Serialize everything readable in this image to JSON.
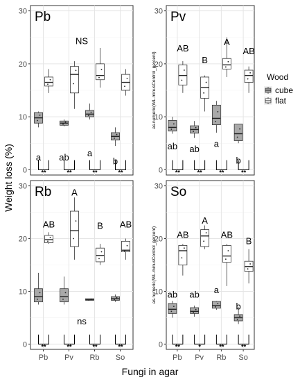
{
  "figure": {
    "y_axis_label": "Weight loss (%)",
    "x_axis_label": "Fungi in agar",
    "inner_y_label": "as.numeric(WL.minusControl_percent)",
    "legend": {
      "title": "Wood",
      "entries": [
        "cube",
        "flat"
      ],
      "position": "right"
    },
    "colors": {
      "cube": "#a9a9a9",
      "flat": "#ffffff",
      "panel_grid": "#e5e5e5",
      "frame": "#333333"
    }
  },
  "chart_data": [
    {
      "type": "box",
      "panel": "Pb",
      "categories": [
        "Pb",
        "Pv",
        "Rb",
        "So"
      ],
      "ylim": [
        -1,
        31
      ],
      "yticks": [
        0,
        10,
        20,
        30
      ],
      "grid": true,
      "series": [
        {
          "name": "cube",
          "boxes": [
            {
              "cat": "Pb",
              "min": 8.0,
              "q1": 8.8,
              "median": 9.8,
              "q3": 10.8,
              "max": 11.0
            },
            {
              "cat": "Pv",
              "min": 8.2,
              "q1": 8.4,
              "median": 8.8,
              "q3": 9.2,
              "max": 9.5
            },
            {
              "cat": "Rb",
              "min": 9.5,
              "q1": 10.0,
              "median": 10.5,
              "q3": 11.2,
              "max": 12.5
            },
            {
              "cat": "So",
              "min": 4.5,
              "q1": 5.6,
              "median": 6.3,
              "q3": 7.0,
              "max": 8.0
            }
          ]
        },
        {
          "name": "flat",
          "boxes": [
            {
              "cat": "Pb",
              "min": 14.5,
              "q1": 15.8,
              "median": 16.5,
              "q3": 17.5,
              "max": 19.0
            },
            {
              "cat": "Pv",
              "min": 11.5,
              "q1": 14.5,
              "median": 18.0,
              "q3": 19.5,
              "max": 20.5
            },
            {
              "cat": "Rb",
              "min": 15.5,
              "q1": 17.0,
              "median": 17.8,
              "q3": 20.0,
              "max": 23.0
            },
            {
              "cat": "So",
              "min": 14.0,
              "q1": 15.0,
              "median": 16.5,
              "q3": 18.0,
              "max": 19.0
            }
          ]
        }
      ],
      "letters_cube": [
        "a",
        "ab",
        "a",
        "b"
      ],
      "letters_cube_y": [
        2.4,
        2.4,
        3.2,
        1.7
      ],
      "letters_flat": [
        "NS"
      ],
      "letters_flat_x": [
        2.0
      ],
      "letters_flat_y": [
        24.4
      ],
      "sig": [
        "**",
        "**",
        "**",
        "**"
      ]
    },
    {
      "type": "box",
      "panel": "Pv",
      "categories": [
        "Pb",
        "Pv",
        "Rb",
        "So"
      ],
      "ylim": [
        -1,
        31
      ],
      "yticks": [
        0,
        10,
        20,
        30
      ],
      "grid": true,
      "series": [
        {
          "name": "cube",
          "boxes": [
            {
              "cat": "Pb",
              "min": 6.8,
              "q1": 7.3,
              "median": 8.0,
              "q3": 9.3,
              "max": 10.0
            },
            {
              "cat": "Pv",
              "min": 6.0,
              "q1": 6.9,
              "median": 7.6,
              "q3": 8.3,
              "max": 9.2
            },
            {
              "cat": "Rb",
              "min": 7.0,
              "q1": 8.5,
              "median": 9.7,
              "q3": 12.2,
              "max": 13.0
            },
            {
              "cat": "So",
              "min": 5.0,
              "q1": 5.5,
              "median": 6.8,
              "q3": 8.6,
              "max": 8.6
            }
          ]
        },
        {
          "name": "flat",
          "boxes": [
            {
              "cat": "Pb",
              "min": 14.5,
              "q1": 16.0,
              "median": 17.8,
              "q3": 19.8,
              "max": 20.5
            },
            {
              "cat": "Pv",
              "min": 11.0,
              "q1": 13.5,
              "median": 15.5,
              "q3": 17.5,
              "max": 17.8
            },
            {
              "cat": "Rb",
              "min": 17.5,
              "q1": 19.0,
              "median": 19.8,
              "q3": 21.0,
              "max": 25.0
            },
            {
              "cat": "So",
              "min": 14.5,
              "q1": 16.5,
              "median": 17.8,
              "q3": 18.8,
              "max": 19.5
            }
          ]
        }
      ],
      "letters_cube": [
        "ab",
        "ab",
        "a",
        "b"
      ],
      "letters_cube_y": [
        4.5,
        4.0,
        5.0,
        1.8
      ],
      "letters_flat": [
        "AB",
        "B",
        "A",
        "AB"
      ],
      "letters_flat_y": [
        23.0,
        20.8,
        24.2,
        22.5
      ],
      "sig": [
        "**",
        "**",
        "**",
        "**"
      ]
    },
    {
      "type": "box",
      "panel": "Rb",
      "categories": [
        "Pb",
        "Pv",
        "Rb",
        "So"
      ],
      "ylim": [
        -1,
        31
      ],
      "yticks": [
        0,
        10,
        20,
        30
      ],
      "grid": true,
      "series": [
        {
          "name": "cube",
          "boxes": [
            {
              "cat": "Pb",
              "min": 7.5,
              "q1": 8.0,
              "median": 9.0,
              "q3": 10.5,
              "max": 13.5
            },
            {
              "cat": "Pv",
              "min": 7.5,
              "q1": 8.0,
              "median": 9.0,
              "q3": 10.5,
              "max": 12.8
            },
            {
              "cat": "Rb",
              "min": 8.3,
              "q1": 8.3,
              "median": 8.4,
              "q3": 8.6,
              "max": 8.6
            },
            {
              "cat": "So",
              "min": 8.0,
              "q1": 8.3,
              "median": 8.6,
              "q3": 9.0,
              "max": 9.4
            }
          ]
        },
        {
          "name": "flat",
          "boxes": [
            {
              "cat": "Pb",
              "min": 19.0,
              "q1": 19.2,
              "median": 19.8,
              "q3": 20.6,
              "max": 21.2
            },
            {
              "cat": "Pv",
              "min": 16.0,
              "q1": 18.5,
              "median": 21.5,
              "q3": 25.2,
              "max": 27.8
            },
            {
              "cat": "Rb",
              "min": 15.0,
              "q1": 15.6,
              "median": 16.8,
              "q3": 18.2,
              "max": 19.0
            },
            {
              "cat": "So",
              "min": 16.0,
              "q1": 17.5,
              "median": 17.8,
              "q3": 19.5,
              "max": 20.0
            }
          ]
        }
      ],
      "letters_cube": [
        "ns"
      ],
      "letters_cube_x": [
        2.0
      ],
      "letters_cube_y": [
        4.4
      ],
      "letters_flat": [
        "AB",
        "A",
        "B",
        "AB"
      ],
      "letters_flat_y": [
        22.8,
        28.8,
        22.5,
        22.8
      ],
      "sig": [
        "**",
        "**",
        "**",
        "**"
      ]
    },
    {
      "type": "box",
      "panel": "So",
      "categories": [
        "Pb",
        "Pv",
        "Rb",
        "So"
      ],
      "ylim": [
        -1,
        31
      ],
      "yticks": [
        0,
        10,
        20,
        30
      ],
      "grid": true,
      "series": [
        {
          "name": "cube",
          "boxes": [
            {
              "cat": "Pb",
              "min": 5.0,
              "q1": 5.8,
              "median": 6.6,
              "q3": 7.7,
              "max": 8.2
            },
            {
              "cat": "Pv",
              "min": 5.2,
              "q1": 5.8,
              "median": 6.2,
              "q3": 6.9,
              "max": 7.3
            },
            {
              "cat": "Rb",
              "min": 6.5,
              "q1": 6.8,
              "median": 7.3,
              "q3": 8.1,
              "max": 8.2
            },
            {
              "cat": "So",
              "min": 3.8,
              "q1": 4.4,
              "median": 5.0,
              "q3": 5.6,
              "max": 7.0
            }
          ]
        },
        {
          "name": "flat",
          "boxes": [
            {
              "cat": "Pb",
              "min": 13.0,
              "q1": 15.0,
              "median": 17.7,
              "q3": 18.7,
              "max": 19.0
            },
            {
              "cat": "Pv",
              "min": 18.0,
              "q1": 18.5,
              "median": 20.5,
              "q3": 21.7,
              "max": 22.5
            },
            {
              "cat": "Rb",
              "min": 11.0,
              "q1": 15.5,
              "median": 16.7,
              "q3": 18.7,
              "max": 19.0
            },
            {
              "cat": "So",
              "min": 11.5,
              "q1": 13.8,
              "median": 14.7,
              "q3": 15.7,
              "max": 18.0
            }
          ]
        }
      ],
      "letters_cube": [
        "ab",
        "ab",
        "a",
        "b"
      ],
      "letters_cube_y": [
        9.5,
        9.5,
        10.3,
        7.2
      ],
      "letters_flat": [
        "AB",
        "A",
        "AB",
        "B"
      ],
      "letters_flat_y": [
        20.8,
        23.5,
        20.8,
        19.6
      ],
      "sig": [
        "**",
        "*",
        "**",
        "**"
      ]
    }
  ]
}
